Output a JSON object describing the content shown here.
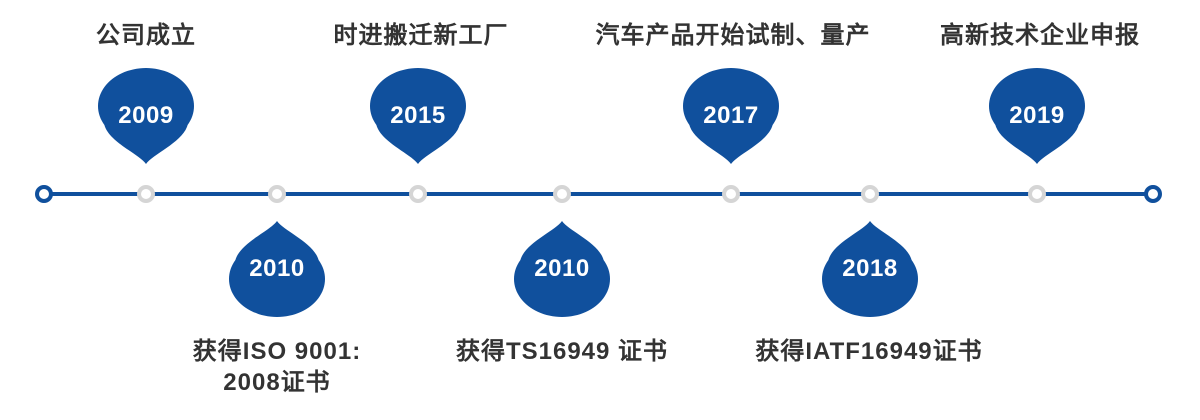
{
  "colors": {
    "primary_blue": "#10509D",
    "node_gray": "#D5D5D5",
    "label_text": "#333333",
    "year_text": "#FFFFFF",
    "background": "#FFFFFF"
  },
  "timeline": {
    "type": "milestone-timeline",
    "events": [
      {
        "year": "2009",
        "label": "公司成立",
        "side": "top"
      },
      {
        "year": "2010",
        "label": "获得ISO 9001:\n2008证书",
        "side": "bottom"
      },
      {
        "year": "2015",
        "label": "时进搬迁新工厂",
        "side": "top"
      },
      {
        "year": "2010",
        "label": "获得TS16949 证书",
        "side": "bottom"
      },
      {
        "year": "2017",
        "label": "汽车产品开始试制、量产",
        "side": "top"
      },
      {
        "year": "2018",
        "label": "获得IATF16949证书",
        "side": "bottom"
      },
      {
        "year": "2019",
        "label": "高新技术企业申报",
        "side": "top"
      }
    ]
  }
}
